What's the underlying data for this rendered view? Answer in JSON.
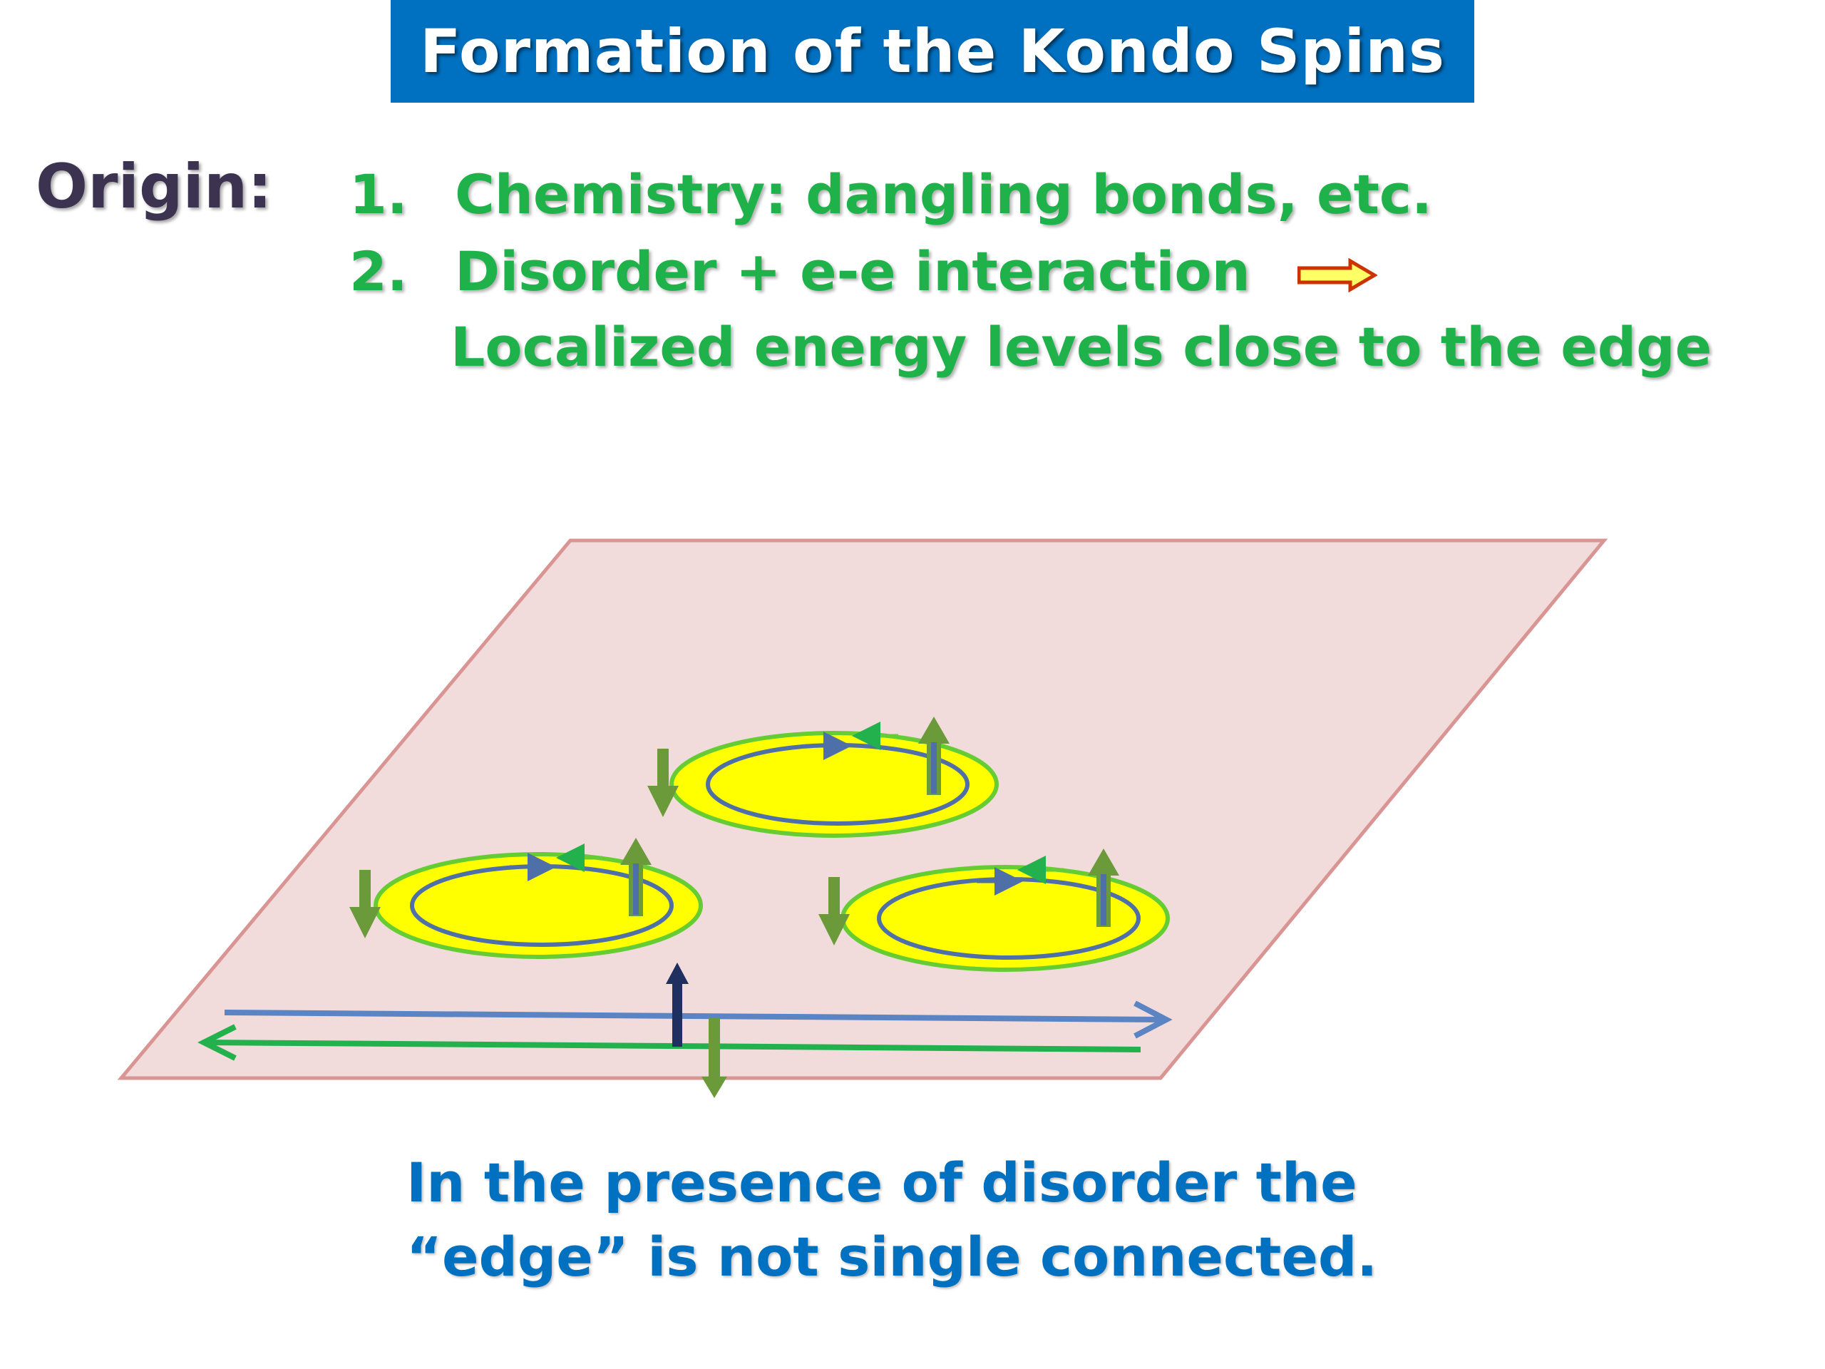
{
  "title": "Formation of the Kondo Spins",
  "origin_label": "Origin:",
  "items": [
    {
      "num": "1.",
      "text": "Chemistry: dangling bonds, etc."
    },
    {
      "num": "2.",
      "text": "Disorder + e-e interaction"
    },
    {
      "text": "Localized energy levels close to the edge"
    }
  ],
  "caption": {
    "line1": "In the presence of disorder the",
    "line2": "“edge” is not single connected."
  },
  "colors": {
    "title_bg": "#0070c0",
    "item_text": "#1fb24a",
    "caption_text": "#0070c0",
    "plane_fill": "#f2dcdb",
    "plane_stroke": "#d99594",
    "puddle_fill": "#ffff00",
    "puddle_stroke": "#66cc33",
    "inner_orbit": "#4f6fa8",
    "edge_top": "#5a84c4",
    "edge_bottom": "#22b14c",
    "spin_green": "#6a9a3a",
    "spin_navy": "#1f2f5f",
    "implies_arrow_fill": "#ffff66",
    "implies_arrow_stroke": "#cc3300"
  }
}
